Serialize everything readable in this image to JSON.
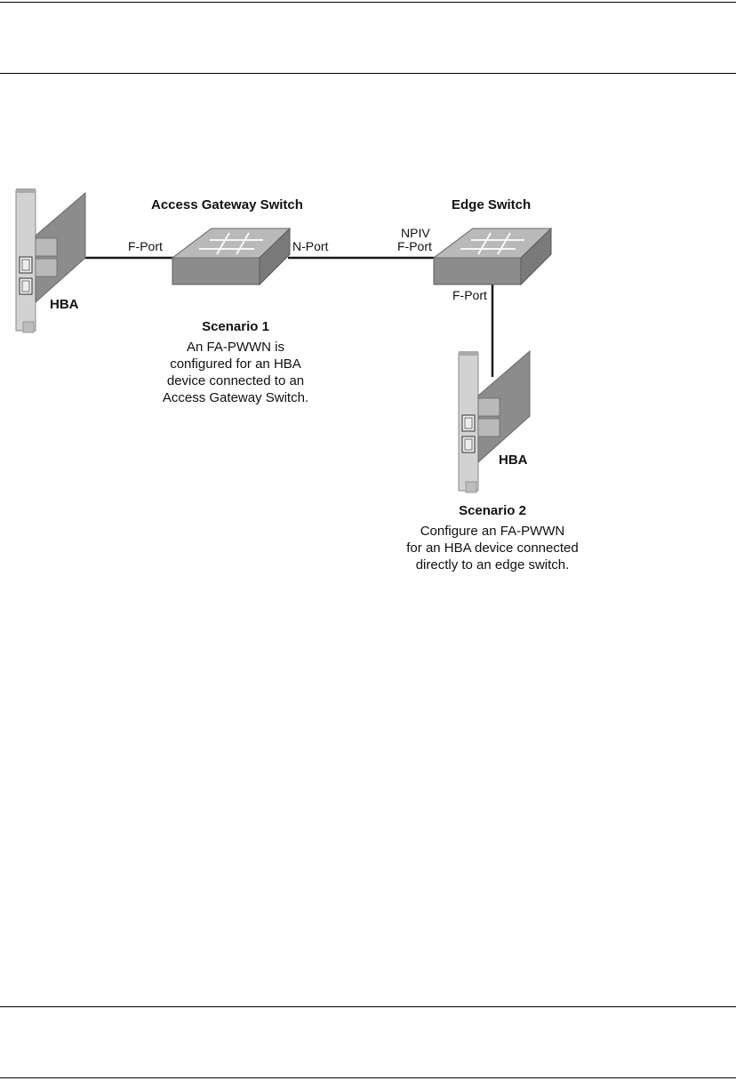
{
  "switches": {
    "access_gateway": {
      "title": "Access Gateway Switch",
      "port_left": "F-Port",
      "port_right": "N-Port"
    },
    "edge": {
      "title": "Edge Switch",
      "port_left_line1": "NPIV",
      "port_left_line2": "F-Port",
      "port_bottom": "F-Port"
    }
  },
  "hba": {
    "left_label": "HBA",
    "bottom_label": "HBA"
  },
  "scenario1": {
    "title": "Scenario 1",
    "lines": [
      "An FA-PWWN is",
      "configured for an HBA",
      "device connected to an",
      "Access Gateway Switch."
    ]
  },
  "scenario2": {
    "title": "Scenario 2",
    "lines": [
      "Configure an FA-PWWN",
      "for an HBA device connected",
      "directly to an edge switch."
    ]
  },
  "colors": {
    "device_fill": "#8c8c8c",
    "device_light": "#b9b9b9",
    "bracket": "#d2d2d2",
    "line": "#1a1a1a"
  }
}
